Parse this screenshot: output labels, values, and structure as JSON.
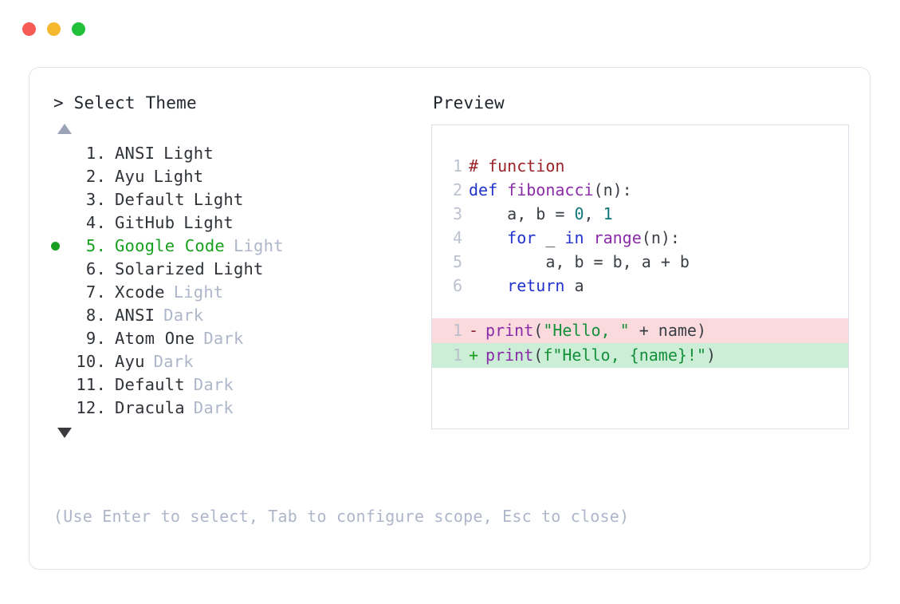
{
  "titlebar": {
    "buttons": [
      {
        "name": "close",
        "color": "#f65b54"
      },
      {
        "name": "minimize",
        "color": "#f5b82e"
      },
      {
        "name": "maximize",
        "color": "#21c03b"
      }
    ]
  },
  "prompt": {
    "text": "> Select Theme"
  },
  "preview": {
    "label": "Preview"
  },
  "scroll": {
    "up_glyph": "▲",
    "down_glyph": "▼"
  },
  "themes": {
    "selected_index": 5,
    "items": [
      {
        "num": "1.",
        "name": "ANSI",
        "variant": "Light",
        "variant_muted": false,
        "selected": false
      },
      {
        "num": "2.",
        "name": "Ayu",
        "variant": "Light",
        "variant_muted": false,
        "selected": false
      },
      {
        "num": "3.",
        "name": "Default",
        "variant": "Light",
        "variant_muted": false,
        "selected": false
      },
      {
        "num": "4.",
        "name": "GitHub",
        "variant": "Light",
        "variant_muted": false,
        "selected": false
      },
      {
        "num": "5.",
        "name": "Google Code",
        "variant": "Light",
        "variant_muted": true,
        "selected": true
      },
      {
        "num": "6.",
        "name": "Solarized",
        "variant": "Light",
        "variant_muted": false,
        "selected": false
      },
      {
        "num": "7.",
        "name": "Xcode",
        "variant": "Light",
        "variant_muted": true,
        "selected": false
      },
      {
        "num": "8.",
        "name": "ANSI",
        "variant": "Dark",
        "variant_muted": true,
        "selected": false
      },
      {
        "num": "9.",
        "name": "Atom One",
        "variant": "Dark",
        "variant_muted": true,
        "selected": false
      },
      {
        "num": "10.",
        "name": "Ayu",
        "variant": "Dark",
        "variant_muted": true,
        "selected": false
      },
      {
        "num": "11.",
        "name": "Default",
        "variant": "Dark",
        "variant_muted": true,
        "selected": false
      },
      {
        "num": "12.",
        "name": "Dracula",
        "variant": "Dark",
        "variant_muted": true,
        "selected": false
      }
    ]
  },
  "code": {
    "lines": [
      {
        "ln": "1",
        "tokens": [
          {
            "t": "# function",
            "c": "comment"
          }
        ]
      },
      {
        "ln": "2",
        "tokens": [
          {
            "t": "def ",
            "c": "kw"
          },
          {
            "t": "fibonacci",
            "c": "fn"
          },
          {
            "t": "(n):",
            "c": "plain"
          }
        ]
      },
      {
        "ln": "3",
        "tokens": [
          {
            "t": "    a, b = ",
            "c": "plain"
          },
          {
            "t": "0",
            "c": "num"
          },
          {
            "t": ", ",
            "c": "plain"
          },
          {
            "t": "1",
            "c": "num"
          }
        ]
      },
      {
        "ln": "4",
        "tokens": [
          {
            "t": "    ",
            "c": "plain"
          },
          {
            "t": "for",
            "c": "kw"
          },
          {
            "t": " _ ",
            "c": "plain"
          },
          {
            "t": "in",
            "c": "kw"
          },
          {
            "t": " ",
            "c": "plain"
          },
          {
            "t": "range",
            "c": "fn"
          },
          {
            "t": "(n):",
            "c": "plain"
          }
        ]
      },
      {
        "ln": "5",
        "tokens": [
          {
            "t": "        a, b = b, a + b",
            "c": "plain"
          }
        ]
      },
      {
        "ln": "6",
        "tokens": [
          {
            "t": "    ",
            "c": "plain"
          },
          {
            "t": "return",
            "c": "kw"
          },
          {
            "t": " a",
            "c": "plain"
          }
        ]
      }
    ],
    "diff": [
      {
        "ln": "1",
        "sign": "-",
        "kind": "del",
        "tokens": [
          {
            "t": "print",
            "c": "fn"
          },
          {
            "t": "(",
            "c": "plain"
          },
          {
            "t": "\"Hello, \"",
            "c": "str"
          },
          {
            "t": " + name)",
            "c": "plain"
          }
        ]
      },
      {
        "ln": "1",
        "sign": "+",
        "kind": "add",
        "tokens": [
          {
            "t": "print",
            "c": "fn"
          },
          {
            "t": "(",
            "c": "plain"
          },
          {
            "t": "f\"Hello, {name}!\"",
            "c": "str"
          },
          {
            "t": ")",
            "c": "plain"
          }
        ]
      }
    ]
  },
  "hint": {
    "text": "(Use Enter to select, Tab to configure scope, Esc to close)"
  },
  "colors": {
    "accent_green": "#17a01f",
    "muted": "#aeb6c9",
    "text": "#2f3338",
    "diff_del_bg": "#fadadd",
    "diff_add_bg": "#cdeed6"
  }
}
